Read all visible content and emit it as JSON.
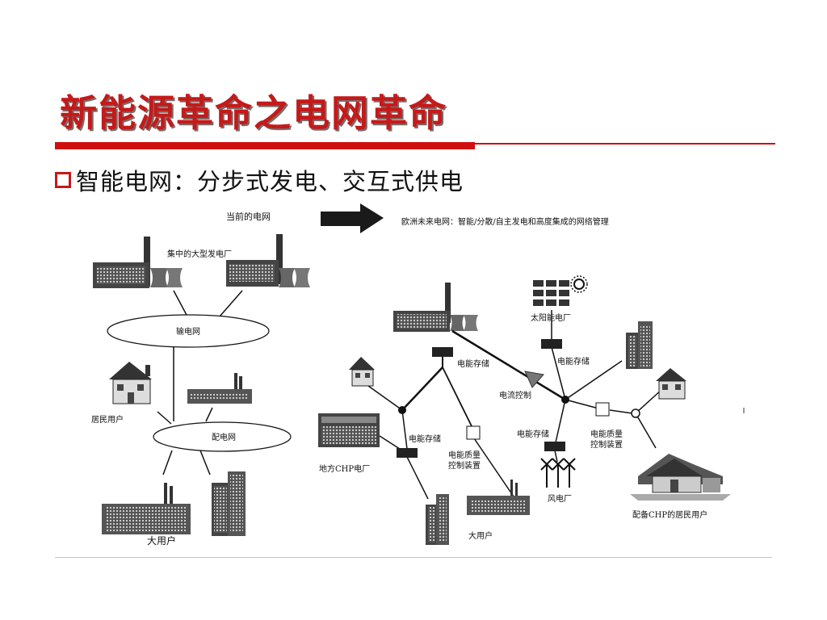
{
  "slide": {
    "title": "新能源革命之电网革命",
    "subtitle": "智能电网：分步式发电、交互式供电"
  },
  "colors": {
    "accent": "#c41a1a",
    "bar": "#d01010"
  },
  "diagram": {
    "left": {
      "heading": "当前的电网",
      "plants_label": "集中的大型发电厂",
      "grid_label": "输电网",
      "distribution_label": "配电网",
      "residential_label": "居民用户",
      "large_user_label": "大用户"
    },
    "arrow_icon": "right-arrow-icon",
    "right": {
      "heading": "欧洲未来电网：智能/分散/自主发电和高度集成的网络管理",
      "solar_label": "太阳能电厂",
      "storage_1": "电能存储",
      "storage_2": "电能存储",
      "storage_3": "电能存储",
      "storage_4": "电能存储",
      "flow_control": "电流控制",
      "quality_1": "电能质量控制装置",
      "quality_1_line1": "电能质量",
      "quality_1_line2": "控制装置",
      "quality_2_line1": "电能质量",
      "quality_2_line2": "控制装置",
      "chp_plant": "地方CHP电厂",
      "wind_label": "风电厂",
      "large_user_label": "大用户",
      "chp_home": "配备CHP的居民用户"
    }
  }
}
